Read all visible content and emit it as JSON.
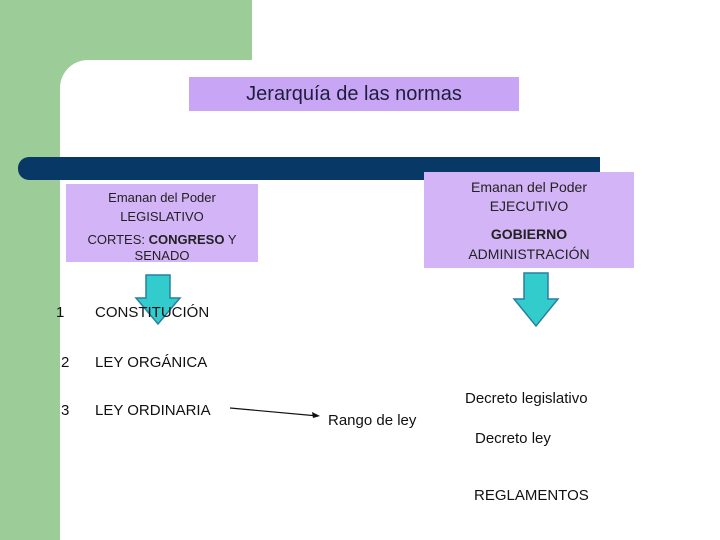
{
  "title": "Jerarquía de las normas",
  "legislativo": {
    "line1": "Emanan del Poder",
    "line2": "LEGISLATIVO",
    "line3_prefix": "CORTES: ",
    "line3_bold": "CONGRESO",
    "line3_suffix": " Y",
    "line4": "SENADO"
  },
  "ejecutivo": {
    "line1": "Emanan del Poder",
    "line2": "EJECUTIVO",
    "line3": "GOBIERNO",
    "line4": "ADMINISTRACIÓN"
  },
  "hierarchy": [
    {
      "num": "1",
      "label": "CONSTITUCIÓN"
    },
    {
      "num": "2",
      "label": "LEY ORGÁNICA"
    },
    {
      "num": "3",
      "label": "LEY ORDINARIA"
    }
  ],
  "rango": "Rango de ley",
  "right_items": [
    "Decreto legislativo",
    "Decreto ley",
    "REGLAMENTOS"
  ],
  "colors": {
    "green": "#9ccc98",
    "lavender": "#d3b4f7",
    "title_bg": "#c9a6f5",
    "navy": "#073866",
    "arrow_fill": "#33cccc"
  }
}
